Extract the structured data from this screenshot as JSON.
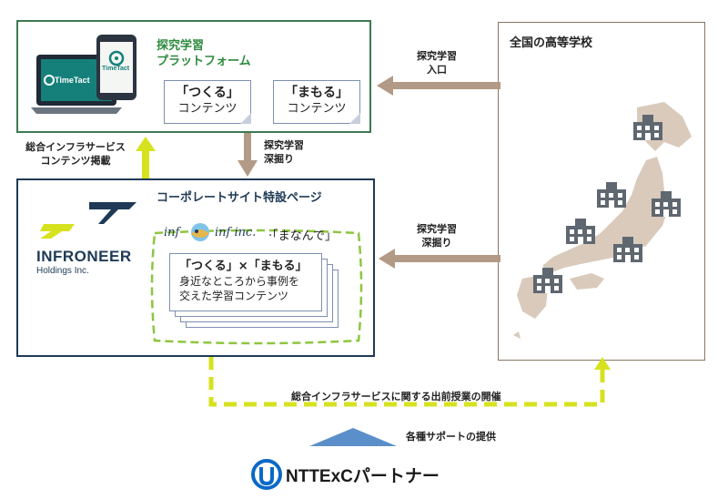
{
  "platform": {
    "title_line1": "探究学習",
    "title_line2": "プラットフォーム",
    "device_brand": "TimeTact",
    "device_brand_small": "TimeTact",
    "doc1_quote": "「つくる」",
    "doc1_sub": "コンテンツ",
    "doc2_quote": "「まもる」",
    "doc2_sub": "コンテンツ"
  },
  "schools": {
    "title": "全国の高等学校"
  },
  "arrows": {
    "entrance_line1": "探究学習",
    "entrance_line2": "入口",
    "deepen_line1": "探究学習",
    "deepen_line2": "深掘り",
    "deepen2_line1": "探究学習",
    "deepen2_line2": "深掘り",
    "content_line1": "総合インフラサービス",
    "content_line2": "コンテンツ掲載",
    "lecture": "総合インフラサービスに関する出前授業の開催"
  },
  "infroneer": {
    "page_title": "コーポレートサイト特設ページ",
    "logo_name": "INFRONEER",
    "logo_sub": "Holdings Inc.",
    "inf_left": "inf",
    "inf_right": "inf inc.",
    "manande": "·「まなんで」",
    "stack_title": "「つくる」×「まもる」",
    "stack_line2": "身近なところから事例を",
    "stack_line3": "交えた学習コンテンツ"
  },
  "support": {
    "label": "各種サポートの提供",
    "brand": "NTTExCパートナー"
  },
  "colors": {
    "platform_border": "#3c7a52",
    "infroneer_border": "#1e3a56",
    "brown_arrow": "#b39a86",
    "yellow": "#d6e21e",
    "support_triangle": "#5b8fc9",
    "ntt_blue": "#0a69c7"
  }
}
